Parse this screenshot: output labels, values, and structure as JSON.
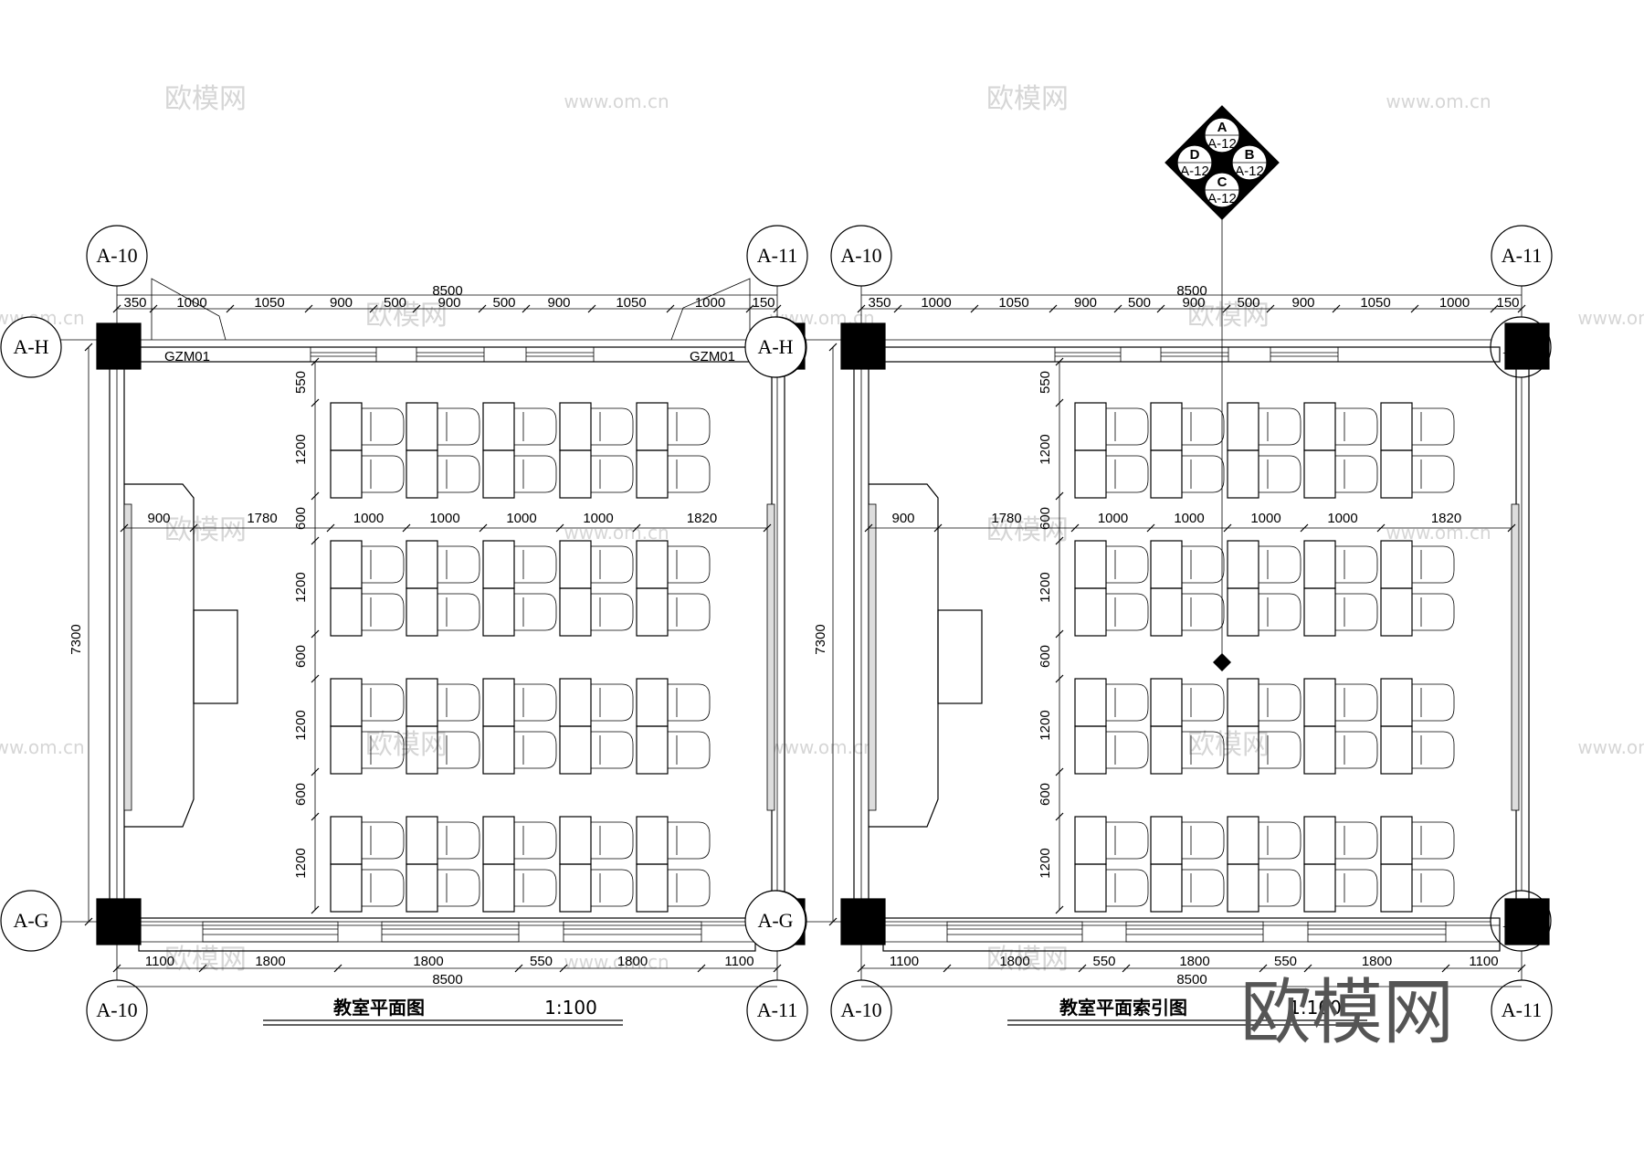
{
  "plans": [
    {
      "id": "plan-left",
      "title": "教室平面图",
      "scale": "1:100",
      "grid": {
        "top_left": "A-10",
        "top_right": "A-11",
        "bottom_left": "A-10",
        "bottom_right": "A-11",
        "row_top": "A-H",
        "row_bottom": "A-G"
      },
      "door_label": "GZM01",
      "top_total": "8500",
      "top_dims": [
        "350",
        "1000",
        "1050",
        "900",
        "500",
        "900",
        "500",
        "900",
        "1050",
        "1000",
        "150"
      ],
      "bottom_total": "8500",
      "bottom_dims": [
        "1100",
        "1800",
        "1800",
        "550",
        "1800",
        "1100"
      ],
      "left_total": "7300",
      "row_dims": [
        "550",
        "1200",
        "600",
        "1200",
        "600",
        "1200",
        "600",
        "1200"
      ],
      "mid_dims": [
        "900",
        "1780",
        "1000",
        "1000",
        "1000",
        "1000",
        "1820"
      ]
    },
    {
      "id": "plan-right",
      "title": "教室平面索引图",
      "scale": "1:100",
      "grid": {
        "top_left": "A-10",
        "top_right": "A-11",
        "bottom_left": "A-10",
        "bottom_right": "A-11",
        "row_top": "A-H",
        "row_bottom": "A-G"
      },
      "top_total": "8500",
      "top_dims": [
        "350",
        "1000",
        "1050",
        "900",
        "500",
        "900",
        "500",
        "900",
        "1050",
        "1000",
        "150"
      ],
      "bottom_total": "8500",
      "bottom_dims": [
        "1100",
        "1800",
        "550",
        "1800",
        "550",
        "1800",
        "1100"
      ],
      "left_total": "7300",
      "row_dims": [
        "550",
        "1200",
        "600",
        "1200",
        "600",
        "1200",
        "600",
        "1200"
      ],
      "mid_dims": [
        "900",
        "1780",
        "1000",
        "1000",
        "1000",
        "1000",
        "1820"
      ]
    }
  ],
  "index_symbol": {
    "top": {
      "letter": "A",
      "ref": "A-12"
    },
    "right": {
      "letter": "B",
      "ref": "A-12"
    },
    "bottom": {
      "letter": "C",
      "ref": "A-12"
    },
    "left": {
      "letter": "D",
      "ref": "A-12"
    }
  },
  "watermark": {
    "brand": "欧模网",
    "url": "www.om.cn"
  }
}
